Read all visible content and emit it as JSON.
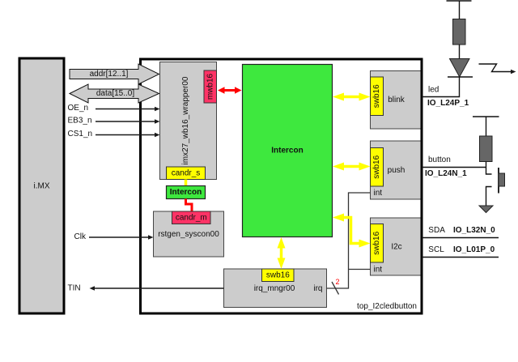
{
  "colors": {
    "block_fill": "#cccccc",
    "intercon_fill": "#3ee83e",
    "slave_port_fill": "#ffff00",
    "master_port_fill": "#ff3366",
    "slave_link": "#ffff00",
    "master_link": "#ff0000",
    "component_fill": "#666666",
    "bus_width_label": "#ff0000"
  },
  "cpu": {
    "label": "i.MX"
  },
  "cpu_signals": {
    "addr": "addr[12..1]",
    "data": "data[15..0]",
    "oe": "OE_n",
    "eb3": "EB3_n",
    "cs1": "CS1_n",
    "clk": "Clk",
    "tin": "TIN"
  },
  "top": {
    "label": "top_I2cledbutton"
  },
  "blocks": {
    "wrapper": {
      "label": "imx27_wb16_wrapper00",
      "master_port": "mwb16",
      "slave_port": "candr_s"
    },
    "candr_intercon": {
      "label": "Intercon"
    },
    "rstgen": {
      "label": "rstgen_syscon00",
      "master_port": "candr_m"
    },
    "intercon": {
      "label": "Intercon"
    },
    "irq_mngr": {
      "label": "irq_mngr00",
      "slave_port": "swb16",
      "irq_port": "irq",
      "irq_bus_width": "2"
    },
    "blink": {
      "label": "blink",
      "slave_port": "swb16"
    },
    "push": {
      "label": "push",
      "slave_port": "swb16",
      "int_port": "int"
    },
    "i2c": {
      "label": "I2c",
      "slave_port": "swb16",
      "int_port": "int"
    }
  },
  "io_pins": {
    "led": {
      "signal": "led",
      "pin": "IO_L24P_1"
    },
    "button": {
      "signal": "button",
      "pin": "IO_L24N_1"
    },
    "sda": {
      "signal": "SDA",
      "pin": "IO_L32N_0"
    },
    "scl": {
      "signal": "SCL",
      "pin": "IO_L01P_0"
    }
  },
  "symbols": {
    "led_supply": "power-rail",
    "led_resistor": "resistor",
    "led_diode": "led-diode",
    "led_emission": "light-emission-arrow",
    "button_supply": "power-rail",
    "button_resistor": "pull-up-resistor",
    "button_switch": "push-button",
    "button_ground": "ground",
    "irq_bus_slash": "bus-width-slash"
  }
}
